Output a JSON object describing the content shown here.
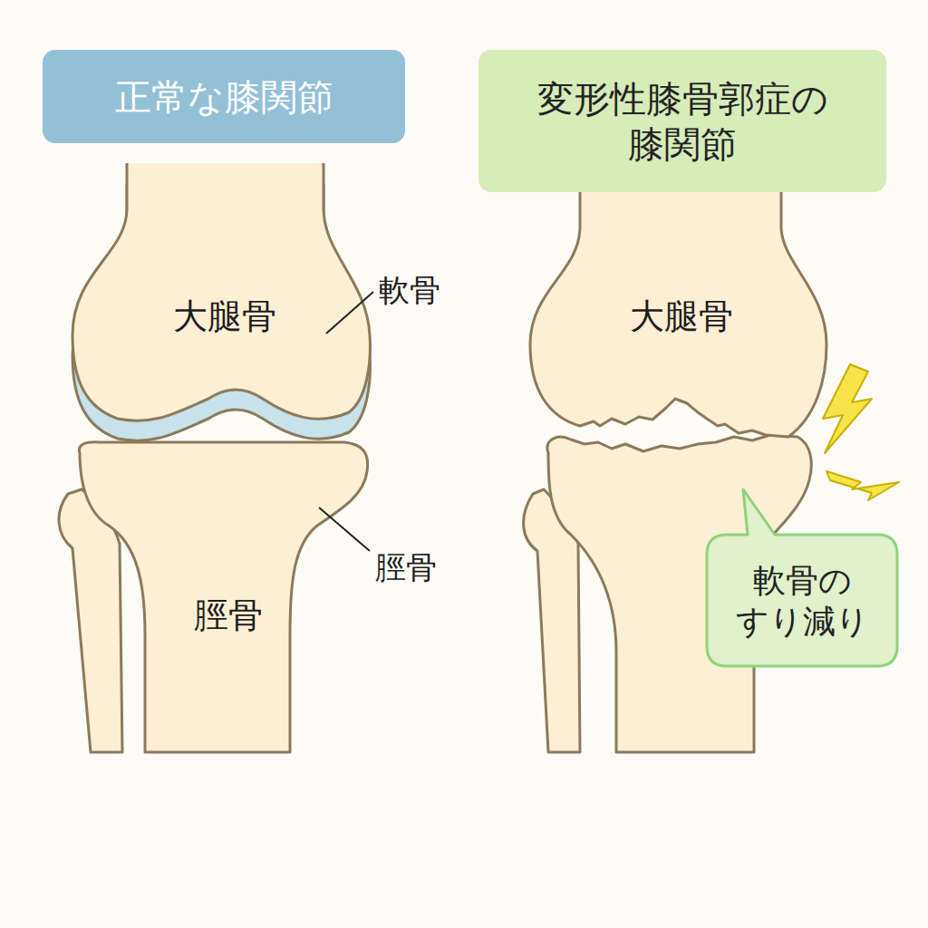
{
  "diagram": {
    "nodes": [
      {
        "text": [
          "正常な膝関節"
        ]
      },
      {
        "text": [
          "変形性膝骨郭症の 膝関節"
        ]
      },
      {
        "text": [
          "軟骨の すり減り"
        ]
      }
    ],
    "labels": [
      "大腿骨",
      "軟骨",
      "脛骨",
      "脛骨",
      "大腿骨"
    ]
  }
}
